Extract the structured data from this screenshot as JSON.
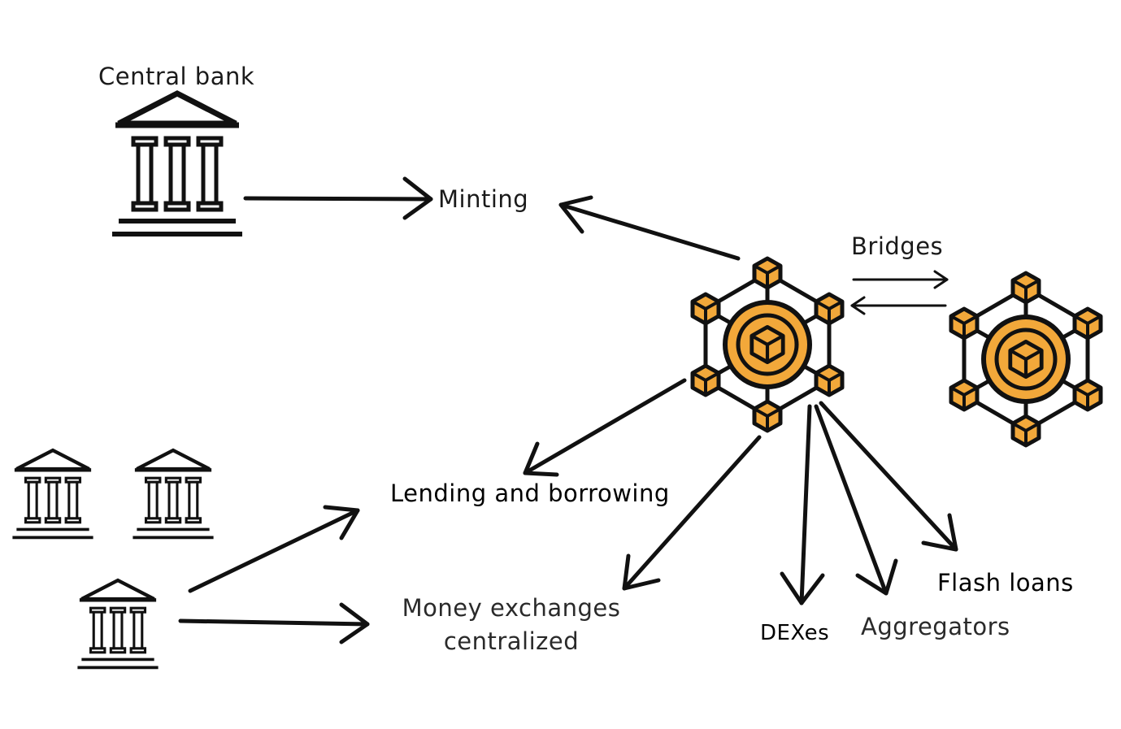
{
  "labels": {
    "central_bank": "Central bank",
    "minting": "Minting",
    "bridges": "Bridges",
    "lending": "Lending and borrowing",
    "money_exchanges_line1": "Money exchanges",
    "money_exchanges_line2": "centralized",
    "dexes": "DEXes",
    "aggregators": "Aggregators",
    "flash_loans": "Flash loans"
  },
  "icons": {
    "bank": "bank-building-icon",
    "blockchain": "blockchain-network-icon"
  },
  "colors": {
    "ink": "#111111",
    "accent": "#F2A83A"
  }
}
